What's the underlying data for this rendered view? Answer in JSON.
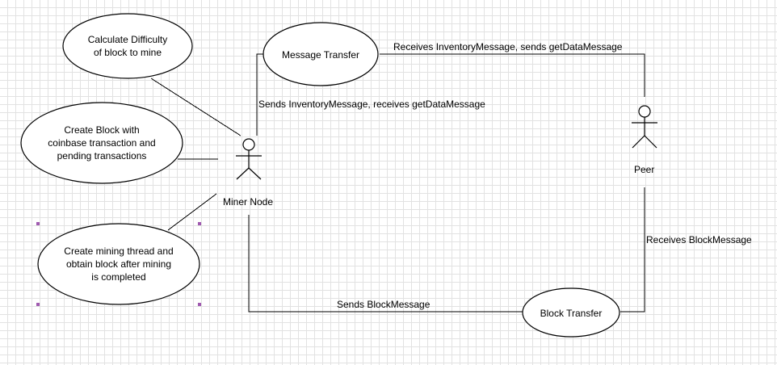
{
  "actors": {
    "miner": {
      "label": "Miner Node"
    },
    "peer": {
      "label": "Peer"
    }
  },
  "use_cases": {
    "difficulty": {
      "label": "Calculate Difficulty\nof block to mine"
    },
    "create_block": {
      "label": "Create Block with\ncoinbase transaction and\npending transactions"
    },
    "mining_thread": {
      "label": "Create mining thread and\nobtain block after mining\nis completed"
    },
    "message_transfer": {
      "label": "Message Transfer"
    },
    "block_transfer": {
      "label": "Block Transfer"
    }
  },
  "connectors": {
    "peer_to_message": "Receives InventoryMessage, sends getDataMessage",
    "miner_to_message": "Sends InventoryMessage, receives getDataMessage",
    "peer_to_block": "Receives BlockMessage",
    "miner_to_block": "Sends BlockMessage"
  },
  "colors": {
    "line": "#000000",
    "grid": "#e2e2e2",
    "selection_handle": "#a05ab0"
  }
}
